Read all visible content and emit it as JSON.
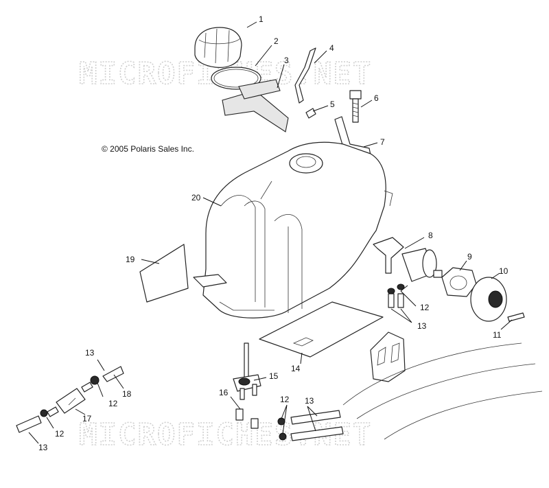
{
  "watermark_top": "MICROFICHES.NET",
  "watermark_bottom": "MICROFICHES.NET",
  "copyright": "© 2005 Polaris Sales Inc.",
  "callouts": {
    "c1": "1",
    "c2": "2",
    "c3": "3",
    "c4": "4",
    "c5": "5",
    "c6": "6",
    "c7": "7",
    "c8": "8",
    "c9": "9",
    "c10": "10",
    "c11": "11",
    "c12a": "12",
    "c13a": "13",
    "c14": "14",
    "c15": "15",
    "c16": "16",
    "c12b": "12",
    "c13b": "13",
    "c17": "17",
    "c18": "18",
    "c12c": "12",
    "c13c": "13",
    "c12d": "12",
    "c13d": "13",
    "c19": "19",
    "c20": "20"
  }
}
